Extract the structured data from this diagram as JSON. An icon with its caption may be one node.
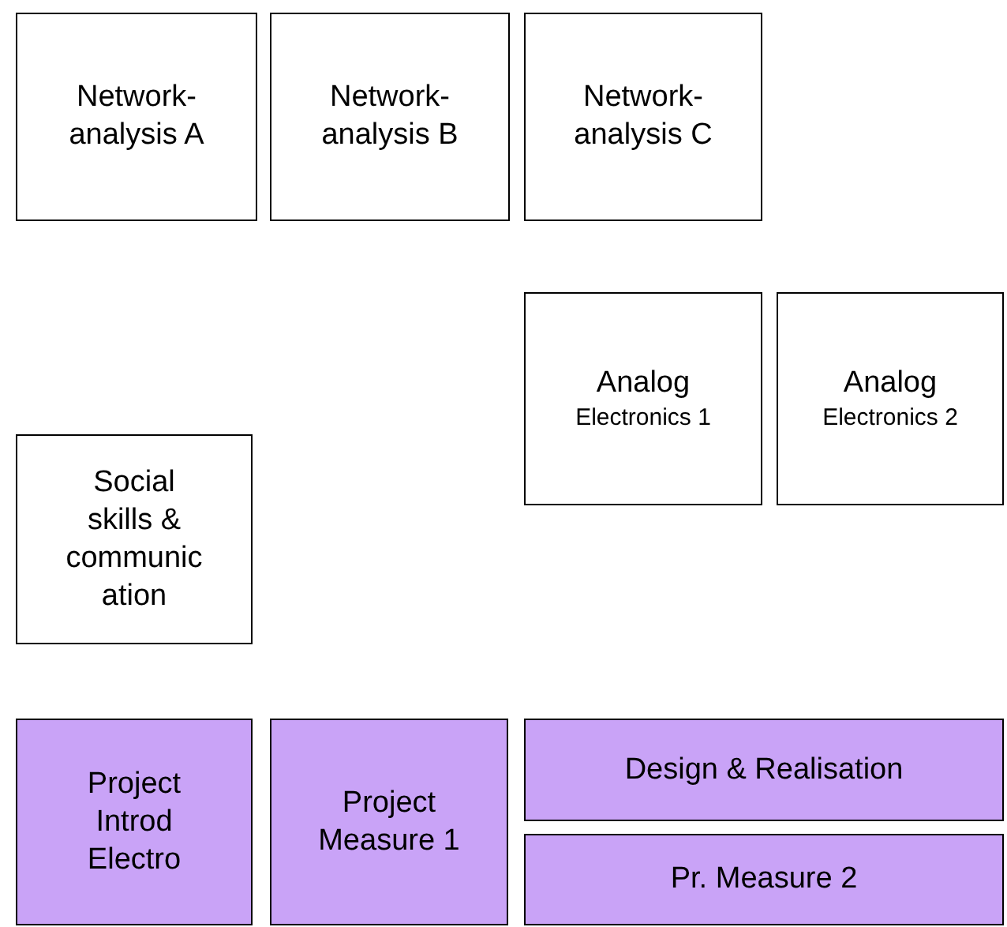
{
  "diagram": {
    "nodes": [
      {
        "text": [
          "Network-analysis A"
        ]
      },
      {
        "text": [
          "Network-analysis B"
        ]
      },
      {
        "text": [
          "Network-analysis C"
        ]
      },
      {
        "text": [
          "Analog",
          "Electronics 1"
        ]
      },
      {
        "text": [
          "Analog",
          "Electronics 2"
        ]
      },
      {
        "text": [
          "Social skills & communication"
        ]
      },
      {
        "text": [
          "Project Introd Electro"
        ]
      },
      {
        "text": [
          "Project Measure 1"
        ]
      },
      {
        "text": [
          "Design & Realisation"
        ]
      },
      {
        "text": [
          "Pr. Measure 2"
        ]
      }
    ]
  }
}
